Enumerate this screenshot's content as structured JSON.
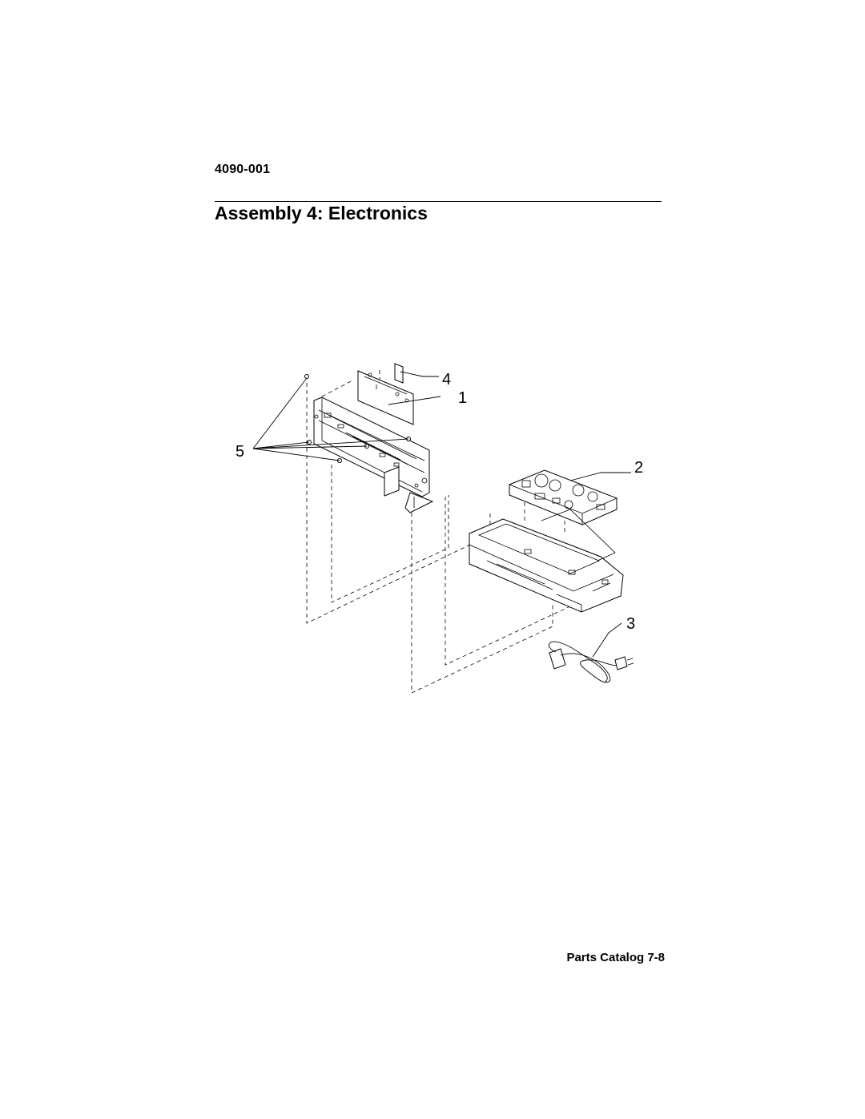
{
  "header": {
    "model_number": "4090-001",
    "title": "Assembly 4: Electronics"
  },
  "diagram": {
    "callouts": [
      "1",
      "2",
      "3",
      "4",
      "5"
    ]
  },
  "footer": {
    "label": "Parts Catalog 7-8"
  }
}
